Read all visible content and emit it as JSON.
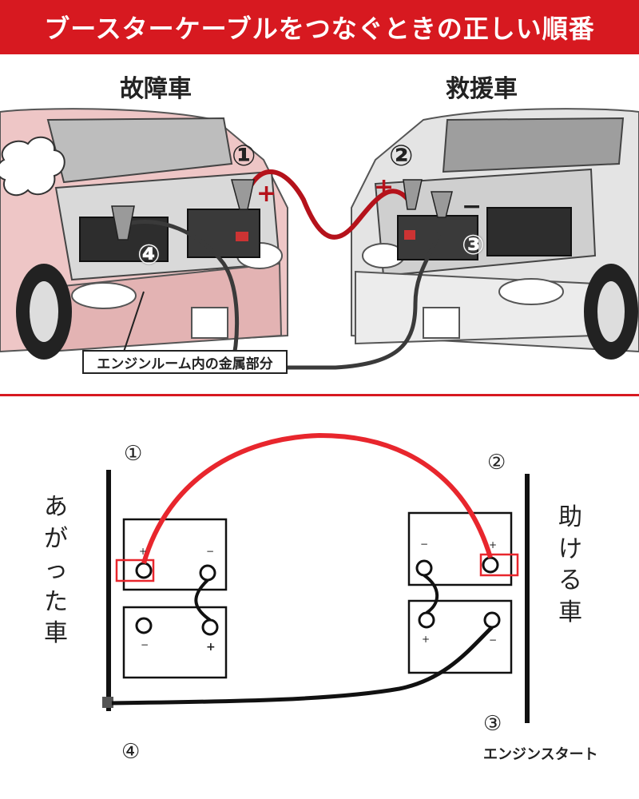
{
  "title": "ブースターケーブルをつなぐときの正しい順番",
  "top_illustration": {
    "left_car_label": "故障車",
    "right_car_label": "救援車",
    "step1": "①",
    "step2": "②",
    "step3": "③",
    "step4": "④",
    "plus_sign": "+",
    "minus_sign": "−",
    "callout": "エンジンルーム内の金属部分",
    "colors": {
      "positive_cable": "#b5121b",
      "negative_cable": "#3a3a3a",
      "broken_car": "#eec6c6",
      "rescue_car": "#e4e4e4"
    }
  },
  "bottom_diagram": {
    "left_label": [
      "あ",
      "が",
      "っ",
      "た",
      "車"
    ],
    "right_label": [
      "助",
      "け",
      "る",
      "車"
    ],
    "step1": "①",
    "step2": "②",
    "step3": "③",
    "step4": "④",
    "start_label": "エンジンスタート",
    "terminal_plus": "+",
    "terminal_minus": "−",
    "colors": {
      "positive_cable": "#e8262d",
      "negative_cable": "#1a1a1a",
      "highlight": "#e8262d"
    }
  }
}
